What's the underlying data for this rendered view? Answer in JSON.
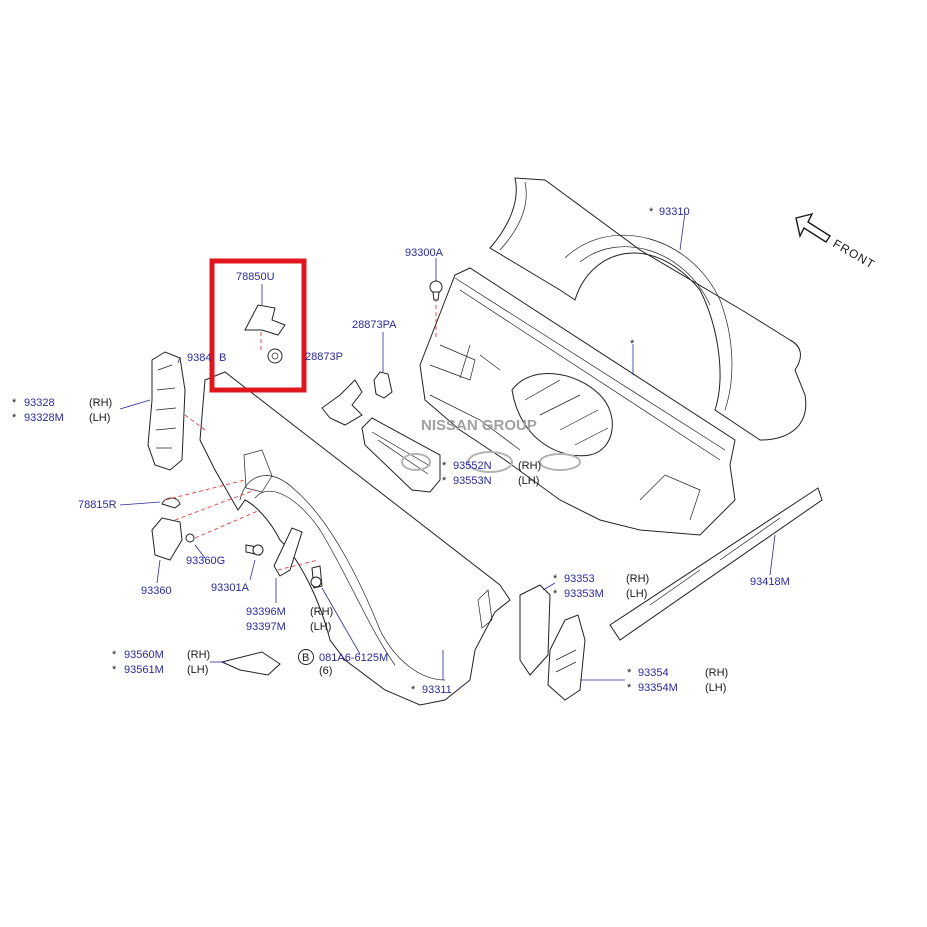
{
  "watermark": "NISSAN GROUP",
  "front_label": "FRONT",
  "star": "*",
  "highlight_color": "#e0161d",
  "parts": {
    "p93310": "93310",
    "p93300A": "93300A",
    "p78850U": "78850U",
    "p28873PA": "28873PA",
    "p28873P": "28873P",
    "p9384B": "9384",
    "p9384B_tail": "B",
    "p93328": "93328",
    "p93328M": "93328M",
    "p93552N": "93552N",
    "p93553N": "93553N",
    "p78815R": "78815R",
    "p93360G": "93360G",
    "p93301A": "93301A",
    "p93360": "93360",
    "p93396M": "93396M",
    "p93397M": "93397M",
    "p93353": "93353",
    "p93353M": "93353M",
    "p93418M": "93418M",
    "p93560M": "93560M",
    "p93561M": "93561M",
    "p081A6": "081A6-6125M",
    "p081A6_qty": "(6)",
    "p081A6_badge": "B",
    "p93354": "93354",
    "p93354M": "93354M",
    "p93311": "93311"
  },
  "sides": {
    "rh": "(RH)",
    "lh": "(LH)"
  }
}
